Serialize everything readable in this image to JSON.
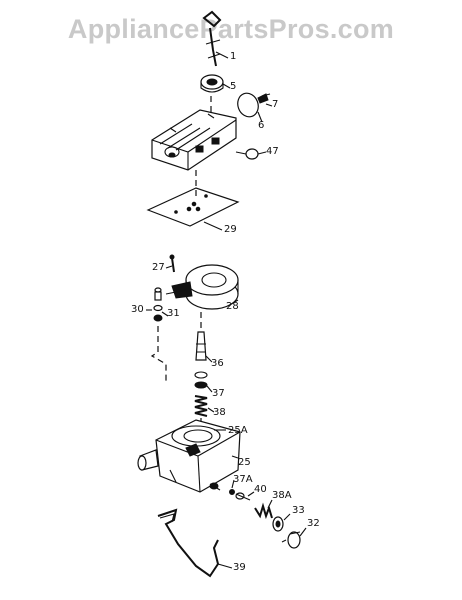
{
  "watermark": "AppliancePartsPros.com",
  "callouts": {
    "c1": "1",
    "c5": "5",
    "c7": "7",
    "c6": "6",
    "c47": "47",
    "c29": "29",
    "c27": "27",
    "c28": "28",
    "c30": "30",
    "c31": "31",
    "c36": "36",
    "c37": "37",
    "c38": "38",
    "c25A": "25A",
    "c25": "25",
    "c37A": "37A",
    "c40": "40",
    "c38A": "38A",
    "c33": "33",
    "c32": "32",
    "c39": "39"
  }
}
